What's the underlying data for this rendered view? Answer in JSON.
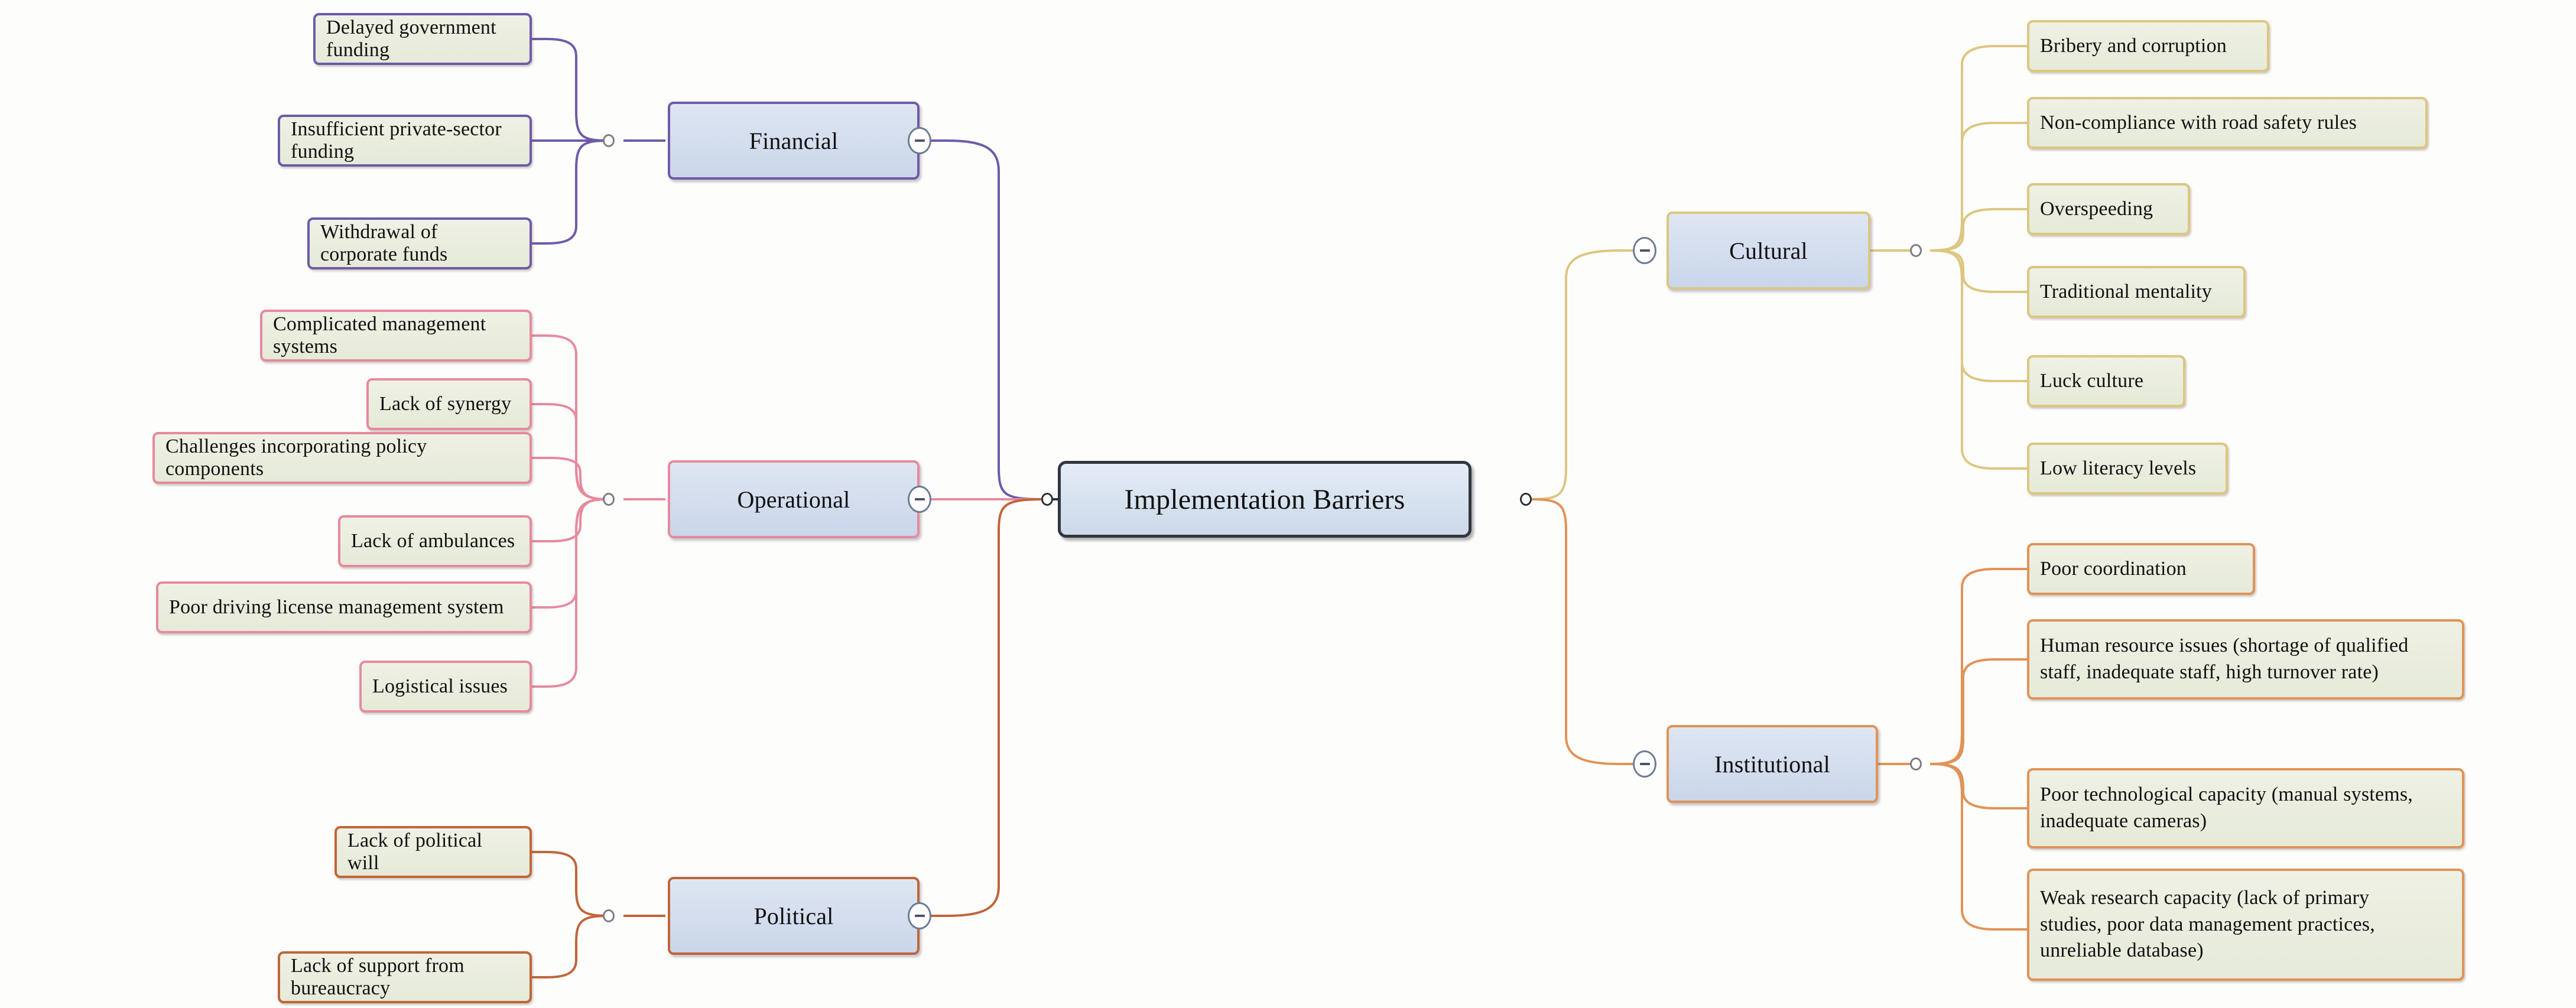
{
  "diagram": {
    "type": "mind-map",
    "root": {
      "label": "Implementation Barriers",
      "color": "#31363f"
    },
    "toggle_icon": "minus-circle-icon",
    "branches": [
      {
        "id": "financial",
        "label": "Financial",
        "side": "left",
        "color": "#6f5aa8",
        "collapsed": false,
        "children": [
          "Delayed government funding",
          "Insufficient private-sector funding",
          "Withdrawal of corporate funds"
        ]
      },
      {
        "id": "operational",
        "label": "Operational",
        "side": "left",
        "color": "#e78a9e",
        "collapsed": false,
        "children": [
          "Complicated management systems",
          "Lack of synergy",
          "Challenges incorporating policy components",
          "Lack of ambulances",
          "Poor driving license management system",
          "Logistical issues"
        ]
      },
      {
        "id": "political",
        "label": "Political",
        "side": "left",
        "color": "#c0653a",
        "collapsed": false,
        "children": [
          "Lack of political will",
          "Lack of support from bureaucracy"
        ]
      },
      {
        "id": "cultural",
        "label": "Cultural",
        "side": "right",
        "color": "#ddc680",
        "collapsed": false,
        "children": [
          "Bribery and corruption",
          "Non-compliance with road safety rules",
          "Overspeeding",
          "Traditional mentality",
          "Luck culture",
          "Low literacy levels"
        ]
      },
      {
        "id": "institutional",
        "label": "Institutional",
        "side": "right",
        "color": "#e09356",
        "collapsed": false,
        "children": [
          "Poor coordination",
          "Human resource issues (shortage of qualified\nstaff, inadequate staff, high turnover rate)",
          "Poor technological capacity (manual systems,\ninadequate cameras)",
          "Weak research capacity (lack of primary\nstudies, poor data management practices,\nunreliable database)"
        ]
      }
    ]
  }
}
